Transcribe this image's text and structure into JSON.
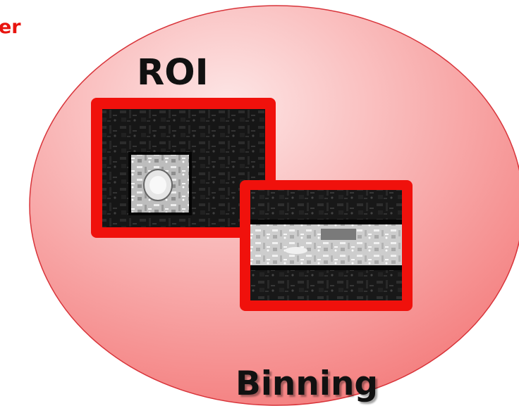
{
  "labels": {
    "corner": "er",
    "roi": "ROI",
    "binning": "Binning"
  },
  "colors": {
    "accent_red": "#e8140f",
    "frame_red": "#f0110c",
    "ellipse_fill_light": "#fde6e6",
    "ellipse_fill_dark": "#f47d7d",
    "ellipse_stroke": "#d8343a",
    "board_dark": "#1e1e1e",
    "board_light": "#d8d8d8",
    "band_black": "#050505"
  }
}
